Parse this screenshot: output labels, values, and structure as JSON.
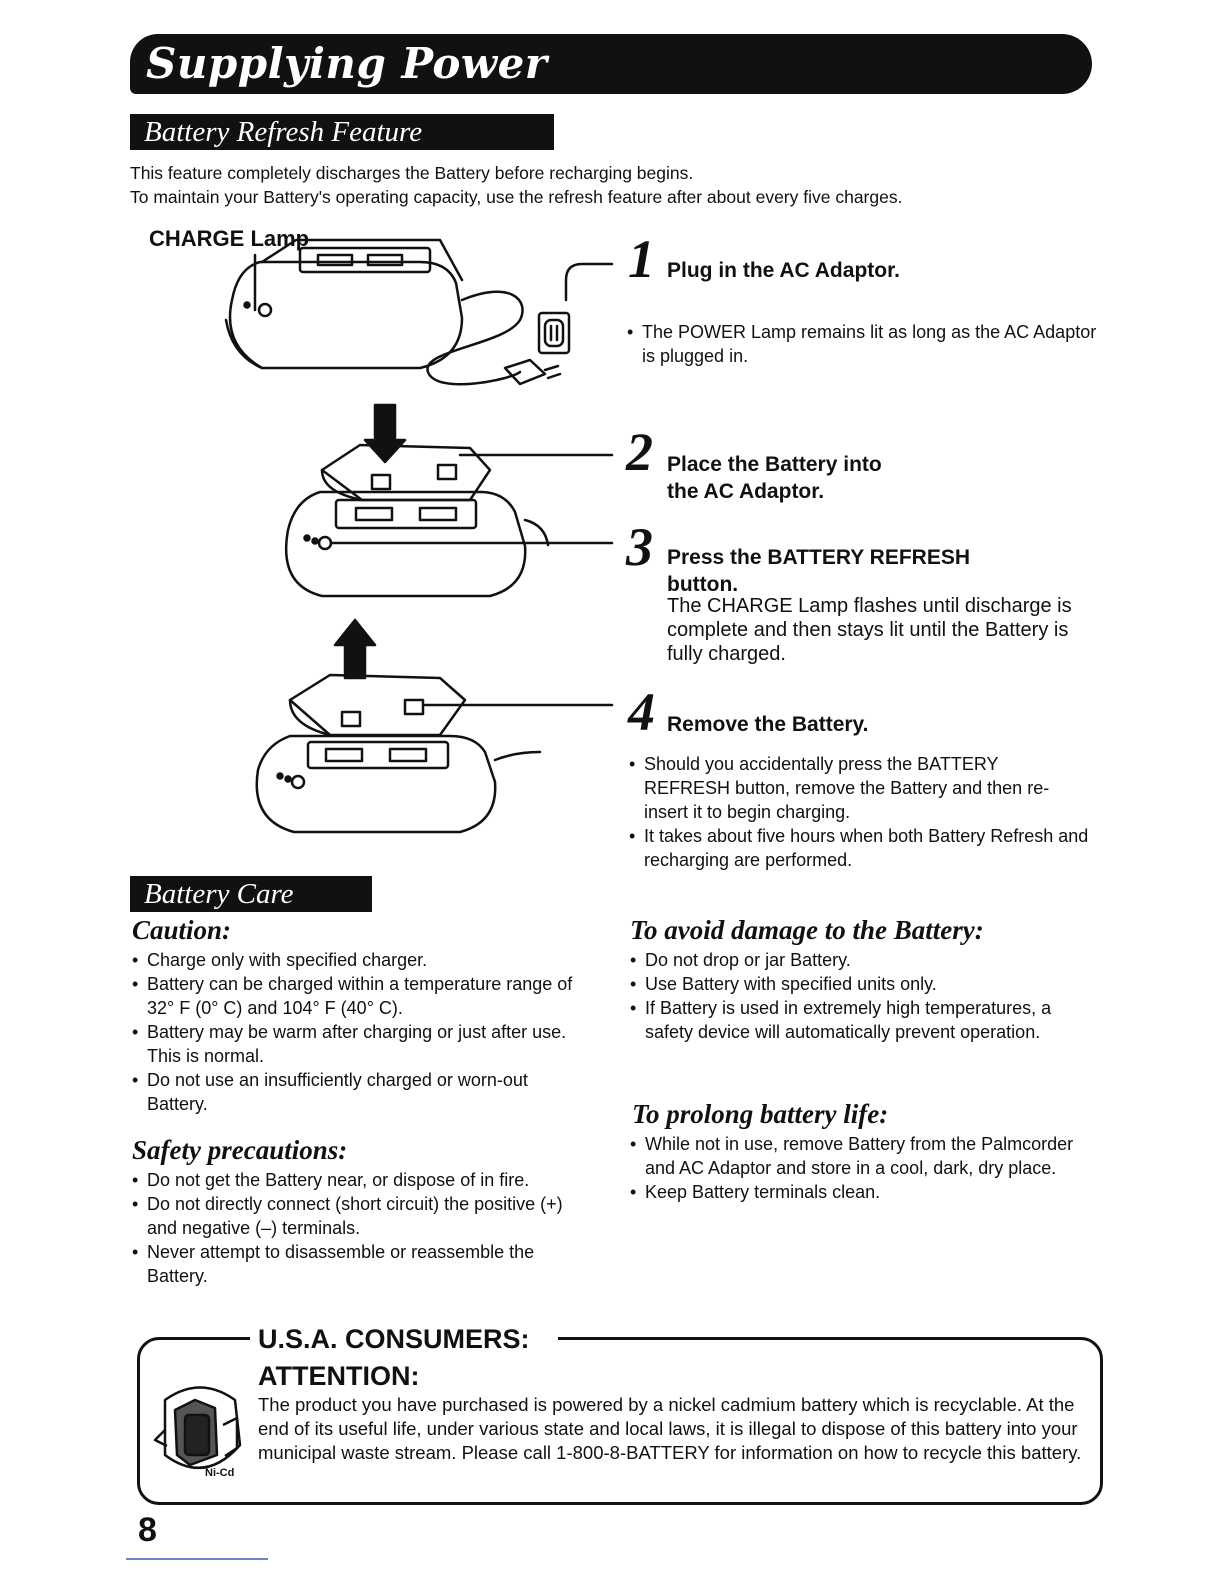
{
  "page": {
    "title": "Supplying Power",
    "page_number": "8"
  },
  "refresh": {
    "heading": "Battery Refresh Feature",
    "intro": [
      "This feature completely discharges the Battery before recharging begins.",
      "To maintain your Battery's operating capacity, use the refresh feature after about every five charges."
    ],
    "charge_lamp_label": "CHARGE Lamp",
    "steps": [
      {
        "num": "1",
        "title": "Plug in the AC Adaptor.",
        "bullets": [
          "The POWER Lamp remains lit as long as the AC Adaptor is plugged in."
        ]
      },
      {
        "num": "2",
        "title_lines": [
          "Place the Battery into",
          "the AC Adaptor."
        ]
      },
      {
        "num": "3",
        "title_lines": [
          "Press the BATTERY REFRESH",
          "button."
        ],
        "text": "The CHARGE Lamp flashes until discharge is complete and then stays lit until the Battery is fully charged."
      },
      {
        "num": "4",
        "title": "Remove the Battery.",
        "bullets": [
          "Should you accidentally press the BATTERY REFRESH button, remove the Battery and then re-insert it to begin charging.",
          "It takes about five hours when both Battery Refresh and recharging are performed."
        ]
      }
    ]
  },
  "care": {
    "heading": "Battery Care",
    "caution": {
      "heading": "Caution:",
      "bullets": [
        "Charge only with specified charger.",
        "Battery can be charged within a temperature range of 32° F (0° C) and 104° F (40° C).",
        "Battery may be warm after charging or just after use. This is normal.",
        "Do not use an insufficiently charged or worn-out Battery."
      ]
    },
    "safety": {
      "heading": "Safety precautions:",
      "bullets": [
        "Do not get the Battery near, or dispose of in fire.",
        "Do not directly connect (short circuit) the positive (+) and negative (–) terminals.",
        "Never attempt to disassemble or reassemble the Battery."
      ]
    },
    "avoid_damage": {
      "heading": "To avoid damage to the Battery:",
      "bullets": [
        "Do not drop or jar Battery.",
        "Use Battery with specified units only.",
        "If Battery is used in extremely high temperatures, a safety device will automatically prevent operation."
      ]
    },
    "prolong": {
      "heading": "To prolong battery life:",
      "bullets": [
        "While not in use, remove Battery from the Palmcorder and AC Adaptor and store in a cool, dark, dry place.",
        "Keep Battery terminals clean."
      ]
    }
  },
  "consumers": {
    "title": "U.S.A. CONSUMERS:",
    "attention": "ATTENTION:",
    "text": "The product you have purchased is powered by a nickel cadmium battery which is recyclable. At the end of its useful life, under various state and local laws, it is illegal to dispose of this battery into your municipal waste stream. Please call 1-800-8-BATTERY for information on how to recycle this battery.",
    "logo_text": "Ni-Cd"
  }
}
